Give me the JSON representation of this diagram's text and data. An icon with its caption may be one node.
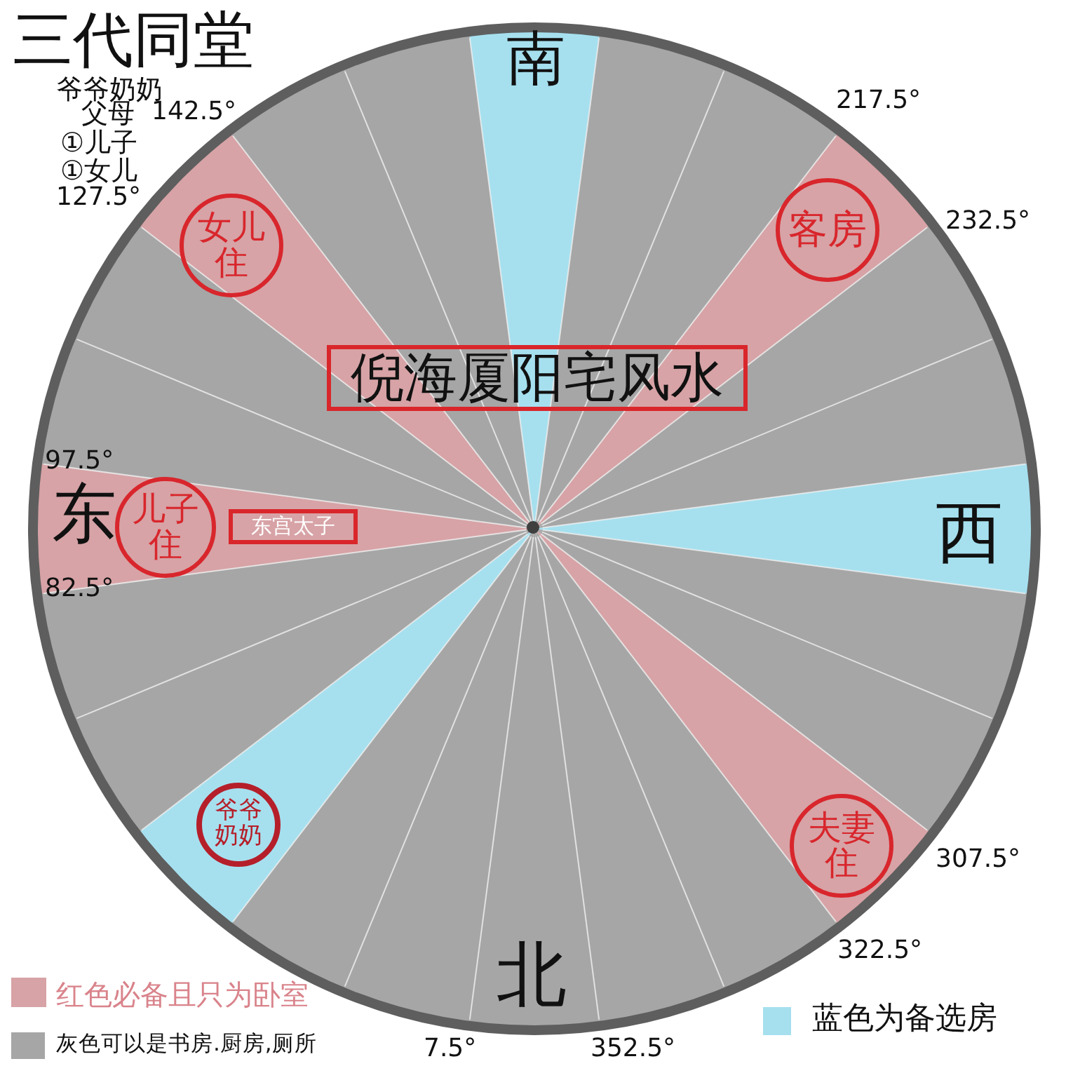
{
  "diagram": {
    "title": "三代同堂",
    "nodes": [
      {
        "text": [
          "女儿住"
        ]
      },
      {
        "text": [
          "客房"
        ]
      },
      {
        "text": [
          "倪海厦阳宅风水"
        ]
      },
      {
        "text": [
          "儿子住"
        ]
      },
      {
        "text": [
          "东宫太子"
        ]
      },
      {
        "text": [
          "爷爷奶奶"
        ]
      },
      {
        "text": [
          "夫妻住"
        ]
      }
    ],
    "labels": [
      "南",
      "爷爷奶奶",
      "父母",
      "142.5°",
      "217.5°",
      "①儿子",
      "①女儿",
      "127.5°",
      "232.5°",
      "97.5°",
      "东",
      "西",
      "82.5°",
      "307.5°",
      "322.5°",
      "北",
      "7.5°",
      "352.5°"
    ],
    "legend": [
      {
        "text": "红色必备且只为卧室",
        "color": "#d7a3a6"
      },
      {
        "text": "灰色可以是书房.厨房,厕所",
        "color": "#a6a6a6"
      },
      {
        "text": "蓝色为备选房",
        "color": "#a6e0ef"
      }
    ]
  }
}
